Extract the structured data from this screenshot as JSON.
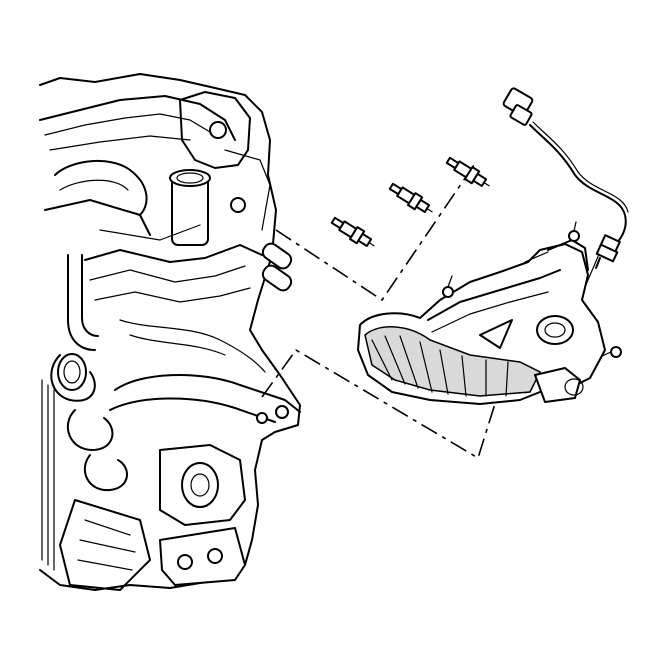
{
  "diagram": {
    "colors": {
      "ink": "#000000",
      "background": "#ffffff",
      "shade": "#d9d9d9"
    },
    "parts": [
      "engine-assembly",
      "spark-plug",
      "exhaust-manifold-heat-shield",
      "oxygen-sensor",
      "manifold-bolt"
    ]
  }
}
